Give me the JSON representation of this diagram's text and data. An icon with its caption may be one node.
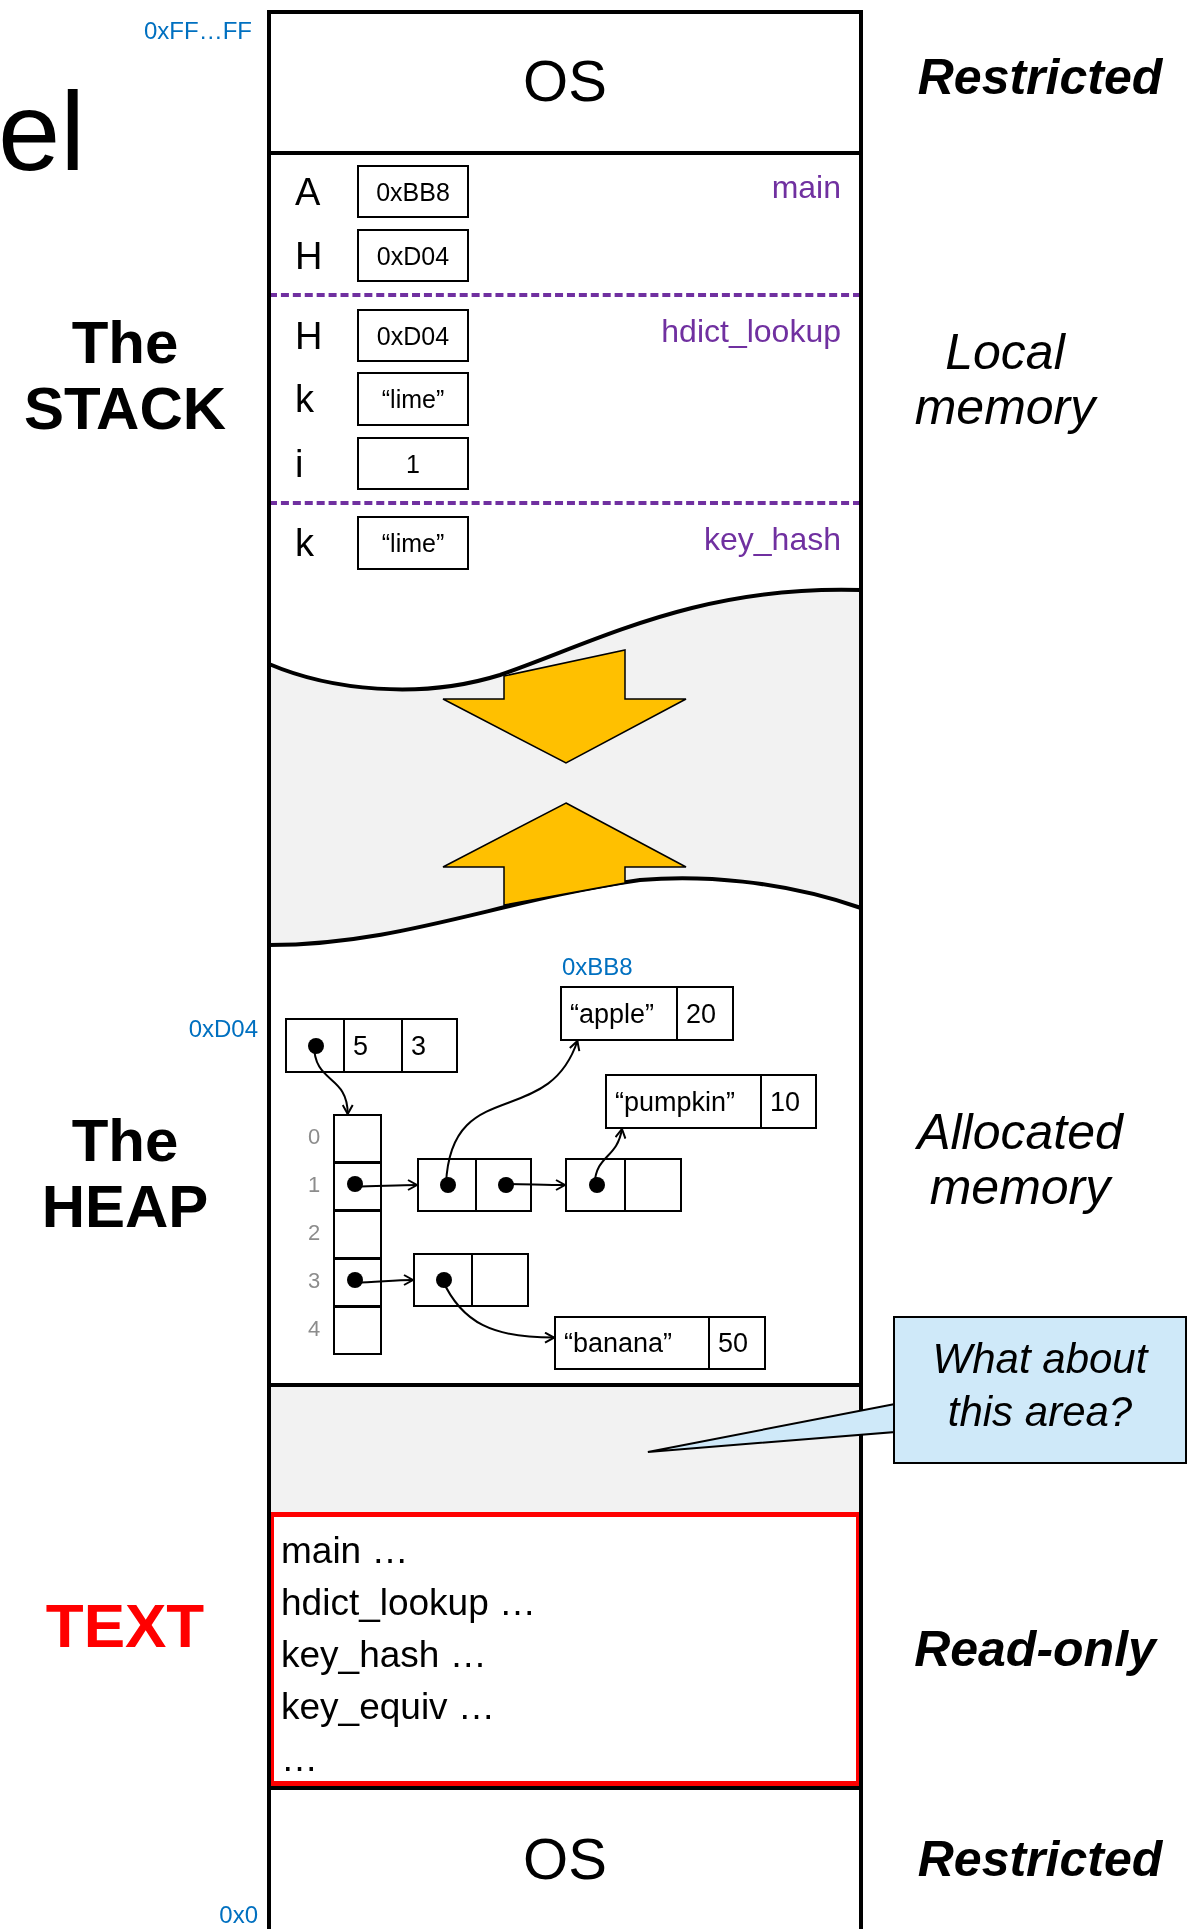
{
  "diagram": {
    "nodes": [
      {
        "text": [
          "OS"
        ]
      },
      {
        "text": [
          "main"
        ]
      },
      {
        "text": [
          "0xBB8"
        ],
        "in": 1,
        "beside": [
          "A"
        ]
      },
      {
        "text": [
          "0xD04"
        ],
        "in": 1,
        "beside": [
          "H"
        ]
      },
      {
        "text": [
          "hdict_lookup"
        ]
      },
      {
        "text": [
          "0xD04"
        ],
        "in": 4,
        "beside": [
          "H"
        ]
      },
      {
        "text": [
          "“lime”"
        ],
        "in": 4,
        "beside": [
          "k"
        ]
      },
      {
        "text": [
          "1"
        ],
        "in": 4,
        "beside": [
          "i"
        ]
      },
      {
        "text": [
          "key_hash"
        ]
      },
      {
        "text": [
          "“lime”"
        ],
        "in": 8,
        "beside": [
          "k"
        ]
      },
      {
        "text": [],
        "shape": "box"
      },
      {
        "text": [],
        "shape": "box"
      },
      {
        "text": [
          "5",
          "3"
        ],
        "in": 11
      },
      {
        "text": [],
        "shape": "box",
        "in": 11,
        "beside": [
          "0"
        ]
      },
      {
        "text": [],
        "shape": "box",
        "in": 11,
        "beside": [
          "1"
        ]
      },
      {
        "text": [],
        "shape": "box",
        "in": 11,
        "beside": [
          "2"
        ]
      },
      {
        "text": [],
        "shape": "box",
        "in": 11,
        "beside": [
          "3"
        ]
      },
      {
        "text": [],
        "shape": "box",
        "in": 11,
        "beside": [
          "4"
        ]
      },
      {
        "text": [],
        "shape": "box",
        "in": 11
      },
      {
        "text": [],
        "shape": "box",
        "in": 11
      },
      {
        "text": [],
        "shape": "box",
        "in": 11
      },
      {
        "text": [
          "“apple”",
          "20"
        ],
        "in": 11,
        "beside": [
          "0xBB8"
        ]
      },
      {
        "text": [
          "“pumpkin”",
          "10"
        ],
        "in": 11
      },
      {
        "text": [
          "“banana”",
          "50"
        ],
        "in": 11
      },
      {
        "text": [],
        "shape": "box"
      },
      {
        "text": [
          "main …",
          "hdict_lookup …",
          "key_hash …",
          "key_equiv …",
          "…"
        ]
      },
      {
        "text": [
          "OS"
        ]
      },
      {
        "text": [
          "What about this area?"
        ]
      }
    ],
    "edges": [
      {
        "from": 12,
        "to": 13,
        "arrow": "to"
      },
      {
        "from": 14,
        "to": 18,
        "arrow": "to"
      },
      {
        "from": 18,
        "to": 21,
        "arrow": "to"
      },
      {
        "from": 18,
        "to": 19,
        "arrow": "to"
      },
      {
        "from": 19,
        "to": 22,
        "arrow": "to"
      },
      {
        "from": 16,
        "to": 20,
        "arrow": "to"
      },
      {
        "from": 20,
        "to": 23,
        "arrow": "to"
      },
      {
        "from": 27,
        "to": 24,
        "arrow": "none"
      }
    ],
    "labels": [
      "0xFF…FF",
      "Restricted",
      "el",
      "The STACK",
      "Local memory",
      "0xD04",
      "The HEAP",
      "Allocated memory",
      "TEXT",
      "Read-only",
      "Restricted",
      "0x0"
    ]
  }
}
